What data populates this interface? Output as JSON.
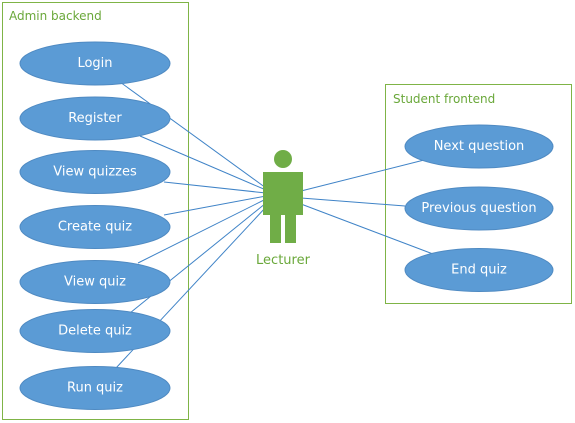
{
  "colors": {
    "boundary": "#7fb446",
    "usecase_fill": "#5b9bd5",
    "line": "#3f83c7",
    "actor": "#70ad47",
    "label_green": "#6aa83a"
  },
  "boundaries": {
    "admin": {
      "label": "Admin backend"
    },
    "student": {
      "label": "Student frontend"
    }
  },
  "actor": {
    "label": "Lecturer",
    "icon": "person-icon"
  },
  "admin_usecases": [
    {
      "label": "Login"
    },
    {
      "label": "Register"
    },
    {
      "label": "View quizzes"
    },
    {
      "label": "Create quiz"
    },
    {
      "label": "View quiz"
    },
    {
      "label": "Delete quiz"
    },
    {
      "label": "Run quiz"
    }
  ],
  "student_usecases": [
    {
      "label": "Next question"
    },
    {
      "label": "Previous question"
    },
    {
      "label": "End quiz"
    }
  ]
}
